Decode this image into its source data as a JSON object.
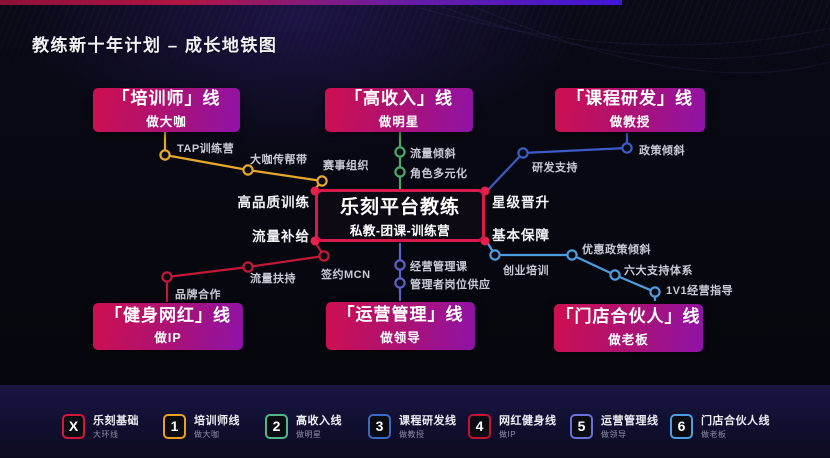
{
  "title": "教练新十年计划 – 成长地铁图",
  "center": {
    "title": "乐刻平台教练",
    "subtitle": "私教-团课-训练营",
    "border_color": "#d81b4a",
    "node_color": "#e8204a"
  },
  "hub_labels": {
    "left_top": "高品质训练",
    "left_bottom": "流量补给",
    "right_top": "星级晋升",
    "right_bottom": "基本保障"
  },
  "boxes": {
    "trainer": {
      "line": "「培训师」线",
      "goal": "做大咖"
    },
    "highincome": {
      "line": "「高收入」线",
      "goal": "做明星"
    },
    "coursedev": {
      "line": "「课程研发」线",
      "goal": "做教授"
    },
    "influencer": {
      "line": "「健身网红」线",
      "goal": "做IP"
    },
    "operations": {
      "line": "「运营管理」线",
      "goal": "做领导"
    },
    "partner": {
      "line": "「门店合伙人」线",
      "goal": "做老板"
    }
  },
  "box_gradient": [
    "#cf0f50",
    "#8f13a8"
  ],
  "lines": [
    {
      "id": "trainer",
      "color": "#e5a72e",
      "stations": [
        "TAP训练营",
        "大咖传帮带",
        "赛事组织"
      ]
    },
    {
      "id": "highincome",
      "color": "#49a86c",
      "stations": [
        "流量倾斜",
        "角色多元化"
      ]
    },
    {
      "id": "coursedev",
      "color": "#3b5cc4",
      "stations": [
        "政策倾斜",
        "研发支持"
      ]
    },
    {
      "id": "influencer",
      "color": "#c01a38",
      "stations": [
        "签约MCN",
        "流量扶持",
        "品牌合作"
      ]
    },
    {
      "id": "operations",
      "color": "#5c60c8",
      "stations": [
        "经营管理课",
        "管理者岗位供应"
      ]
    },
    {
      "id": "partner",
      "color": "#4e9bdd",
      "stations": [
        "创业培训",
        "优惠政策倾斜",
        "六大支持体系",
        "1V1经营指导"
      ]
    }
  ],
  "legend": {
    "items": [
      {
        "symbol": "X",
        "color": "#d6153f",
        "label": "乐刻基础",
        "sub": "大环线"
      },
      {
        "symbol": "1",
        "color": "#e8a020",
        "label": "培训师线",
        "sub": "做大咖"
      },
      {
        "symbol": "2",
        "color": "#52b788",
        "label": "高收入线",
        "sub": "做明星"
      },
      {
        "symbol": "3",
        "color": "#3a6bc4",
        "label": "课程研发线",
        "sub": "做教授"
      },
      {
        "symbol": "4",
        "color": "#c41230",
        "label": "网红健身线",
        "sub": "做IP"
      },
      {
        "symbol": "5",
        "color": "#6b6fd8",
        "label": "运营管理线",
        "sub": "做领导"
      },
      {
        "symbol": "6",
        "color": "#4d9de0",
        "label": "门店合伙人线",
        "sub": "做老板"
      }
    ]
  }
}
